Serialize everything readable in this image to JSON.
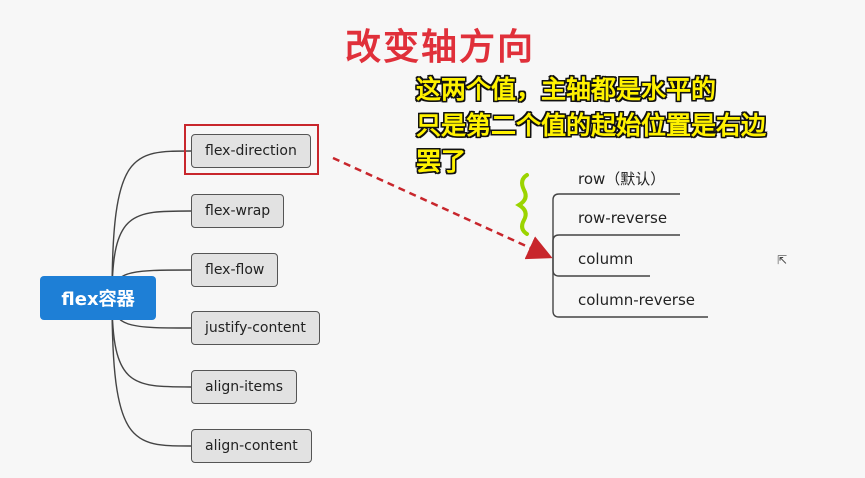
{
  "title": "改变轴方向",
  "note_lines": [
    "这两个值，主轴都是水平的",
    "只是第二个值的起始位置是右边",
    "罢了"
  ],
  "root_label": "flex容器",
  "properties": [
    "flex-direction",
    "flex-wrap",
    "flex-flow",
    "justify-content",
    "align-items",
    "align-content"
  ],
  "direction_values": [
    "row（默认）",
    "row-reverse",
    "column",
    "column-reverse"
  ],
  "colors": {
    "title": "#e0303a",
    "note": "#fff200",
    "root": "#1e7fd6",
    "highlight": "#c8262c",
    "arrow": "#c8262c",
    "brace": "#9bd400"
  },
  "highlighted_property": "flex-direction",
  "brace_spans_values": [
    "row（默认）",
    "row-reverse"
  ],
  "arrow_target_value": "column"
}
